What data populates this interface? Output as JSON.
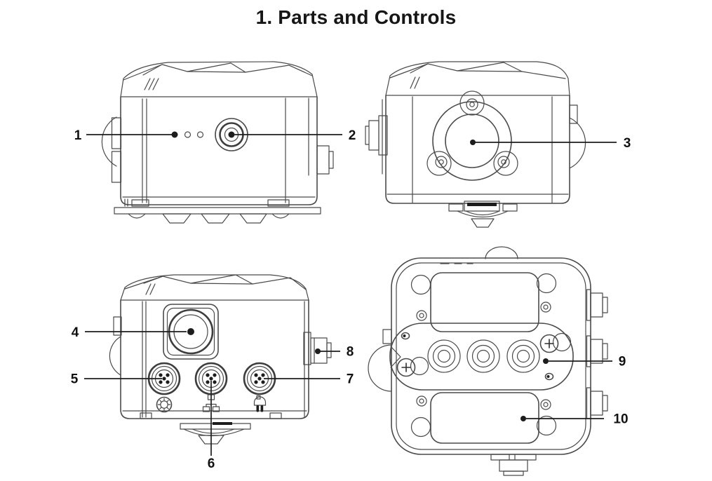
{
  "page": {
    "title": "1. Parts and Controls",
    "background_color": "#ffffff",
    "line_color": "#4a4a4a",
    "callout_color": "#111111"
  },
  "callouts": {
    "c1": "1",
    "c2": "2",
    "c3": "3",
    "c4": "4",
    "c5": "5",
    "c6": "6",
    "c7": "7",
    "c8": "8",
    "c9": "9",
    "c10": "10"
  }
}
